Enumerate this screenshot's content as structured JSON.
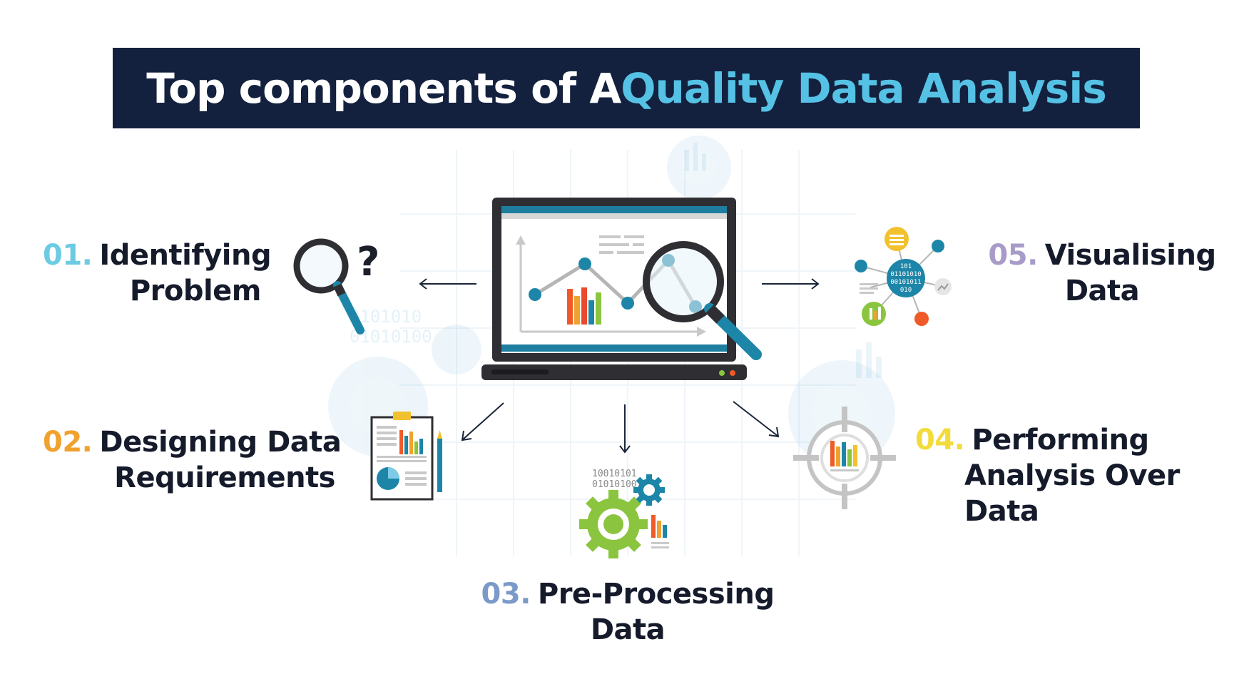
{
  "title": {
    "part1": "Top components of A ",
    "part2": "Quality Data Analysis"
  },
  "colors": {
    "banner_bg": "#13213e",
    "title_accent": "#55c2e5",
    "num_01": "#6ccbe3",
    "num_02": "#f0a22e",
    "num_03": "#7b9ac9",
    "num_04": "#f2dc3b",
    "num_05": "#a89bc9",
    "text": "#151b2b"
  },
  "steps": [
    {
      "num": "01.",
      "line1": "Identifying",
      "line2": "Problem",
      "line3": ""
    },
    {
      "num": "02.",
      "line1": "Designing Data",
      "line2": "Requirements",
      "line3": ""
    },
    {
      "num": "03.",
      "line1": "Pre-Processing",
      "line2": "Data",
      "line3": ""
    },
    {
      "num": "04.",
      "line1": "Performing",
      "line2": "Analysis Over",
      "line3": "Data"
    },
    {
      "num": "05.",
      "line1": "Visualising",
      "line2": "Data",
      "line3": ""
    }
  ],
  "icons": {
    "center": "laptop-chart-magnifier-icon",
    "step1": "magnifier-question-icon",
    "step2": "report-clipboard-icon",
    "step3": "gears-binary-icon",
    "step4": "target-chart-icon",
    "step5": "data-network-icon"
  },
  "binary_text": {
    "left_row1": "0101010",
    "left_row2": "01010100",
    "gear_row1": "10010101",
    "gear_row2": "01010100",
    "hub_row1": "101",
    "hub_row2": "01101010",
    "hub_row3": "00101011",
    "hub_row4": "010"
  }
}
